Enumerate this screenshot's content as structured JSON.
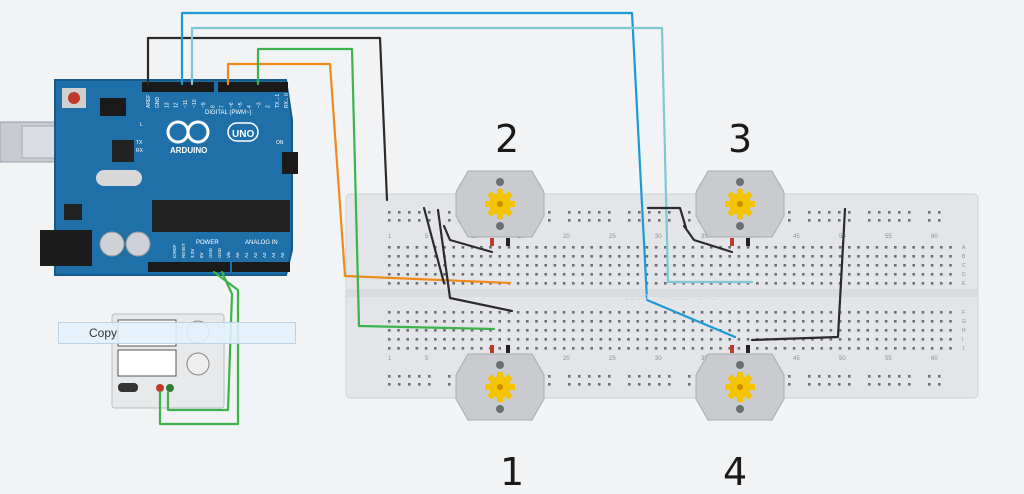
{
  "motors": [
    {
      "id": "motor-2",
      "label": "2"
    },
    {
      "id": "motor-3",
      "label": "3"
    },
    {
      "id": "motor-1",
      "label": "1"
    },
    {
      "id": "motor-4",
      "label": "4"
    }
  ],
  "arduino": {
    "brand": "ARDUINO",
    "model": "UNO",
    "digital_label": "DIGITAL (PWM~)",
    "power_label": "POWER",
    "analog_label": "ANALOG IN",
    "on_label": "ON",
    "tx_label": "TX",
    "rx_label": "RX",
    "l_label": "L",
    "pin_top": [
      "AREF",
      "GND",
      "13",
      "12",
      "~11",
      "~10",
      "~9",
      "8",
      "7",
      "~6",
      "~5",
      "4",
      "~3",
      "2",
      "TX→1",
      "RX←0"
    ],
    "pin_bottom": [
      "IOREF",
      "RESET",
      "3.3V",
      "5V",
      "GND",
      "GND",
      "Vin",
      "A0",
      "A1",
      "A2",
      "A3",
      "A4",
      "A5"
    ]
  },
  "breadboard": {
    "column_numbers": [
      "1",
      "5",
      "10",
      "15",
      "20",
      "25",
      "30",
      "35",
      "40",
      "45",
      "50",
      "55",
      "60"
    ],
    "row_letters_top": [
      "A",
      "B",
      "C",
      "D",
      "E"
    ],
    "row_letters_bottom": [
      "F",
      "G",
      "H",
      "I",
      "J"
    ]
  },
  "watermark": "123D CIRCUITS.IO",
  "context_menu": {
    "copy_label": "Copy"
  },
  "colors": {
    "board": "#1f6fa8",
    "breadboard": "#e3e5e8",
    "wire_black": "#2b2b2b",
    "wire_blue": "#1a9ad6",
    "wire_light_blue": "#7ec8d6",
    "wire_orange": "#f08a1c",
    "wire_green": "#3cb44b",
    "motor_body": "#c9cbcf",
    "motor_gear": "#f5c400"
  }
}
